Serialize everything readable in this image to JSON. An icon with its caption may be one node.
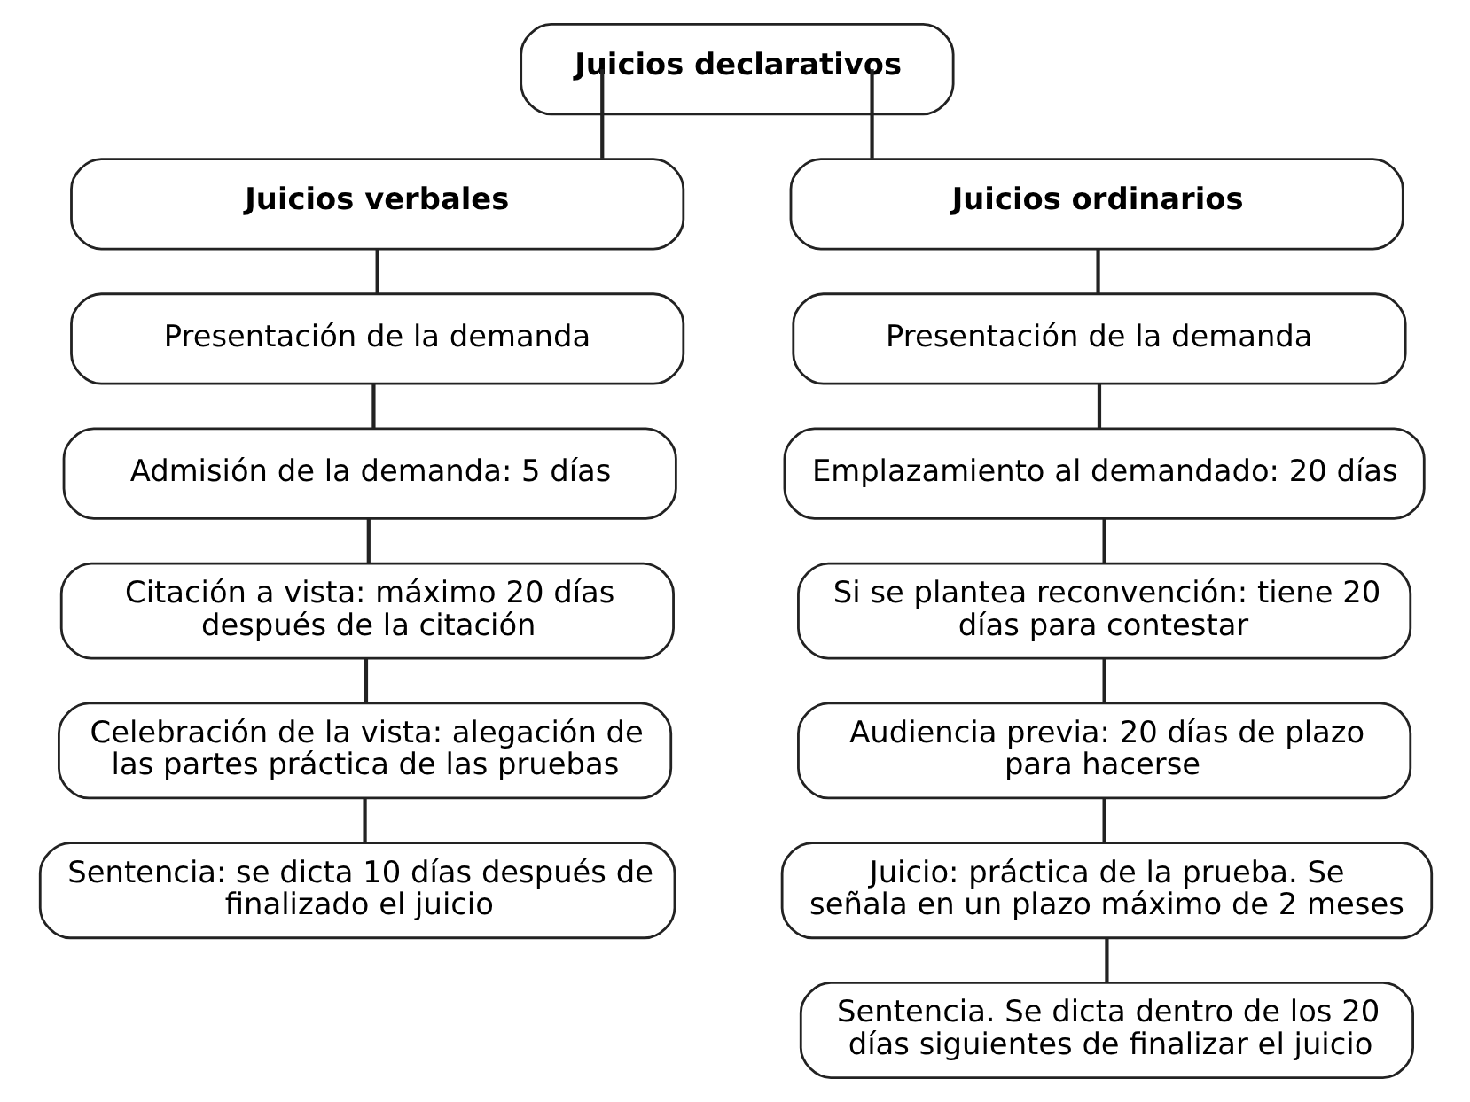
{
  "diagram": {
    "nodes": [
      {
        "text": [
          "Juicios declarativos"
        ]
      },
      {
        "text": [
          "Juicios verbales"
        ]
      },
      {
        "text": [
          "Presentación de la demanda"
        ]
      },
      {
        "text": [
          "Admisión de la demanda: 5 días"
        ]
      },
      {
        "text": [
          "Citación a vista: máximo 20 días después de la citación"
        ]
      },
      {
        "text": [
          "Celebración de la vista: alegación de las partes práctica de las pruebas"
        ]
      },
      {
        "text": [
          "Sentencia: se dicta 10 días después de finalizado el juicio"
        ]
      },
      {
        "text": [
          "Juicios ordinarios"
        ]
      },
      {
        "text": [
          "Presentación de la demanda"
        ]
      },
      {
        "text": [
          "Emplazamiento al demandado: 20 días"
        ]
      },
      {
        "text": [
          "Si se plantea reconvención: tiene 20 días para contestar"
        ]
      },
      {
        "text": [
          "Audiencia previa: 20 días de plazo para hacerse"
        ]
      },
      {
        "text": [
          "Juicio: práctica de la prueba. Se señala en un plazo máximo de 2 meses"
        ]
      },
      {
        "text": [
          "Sentencia. Se dicta dentro de los 20 días siguientes de finalizar el juicio"
        ]
      }
    ],
    "edges": [
      {
        "from": 0,
        "to": 1,
        "arrow": "none"
      },
      {
        "from": 1,
        "to": 2,
        "arrow": "none"
      },
      {
        "from": 2,
        "to": 3,
        "arrow": "none"
      },
      {
        "from": 3,
        "to": 4,
        "arrow": "none"
      },
      {
        "from": 4,
        "to": 5,
        "arrow": "none"
      },
      {
        "from": 5,
        "to": 6,
        "arrow": "none"
      },
      {
        "from": 0,
        "to": 7,
        "arrow": "none"
      },
      {
        "from": 7,
        "to": 8,
        "arrow": "none"
      },
      {
        "from": 8,
        "to": 9,
        "arrow": "none"
      },
      {
        "from": 9,
        "to": 10,
        "arrow": "none"
      },
      {
        "from": 10,
        "to": 11,
        "arrow": "none"
      },
      {
        "from": 11,
        "to": 12,
        "arrow": "none"
      },
      {
        "from": 12,
        "to": 13,
        "arrow": "none"
      }
    ]
  }
}
